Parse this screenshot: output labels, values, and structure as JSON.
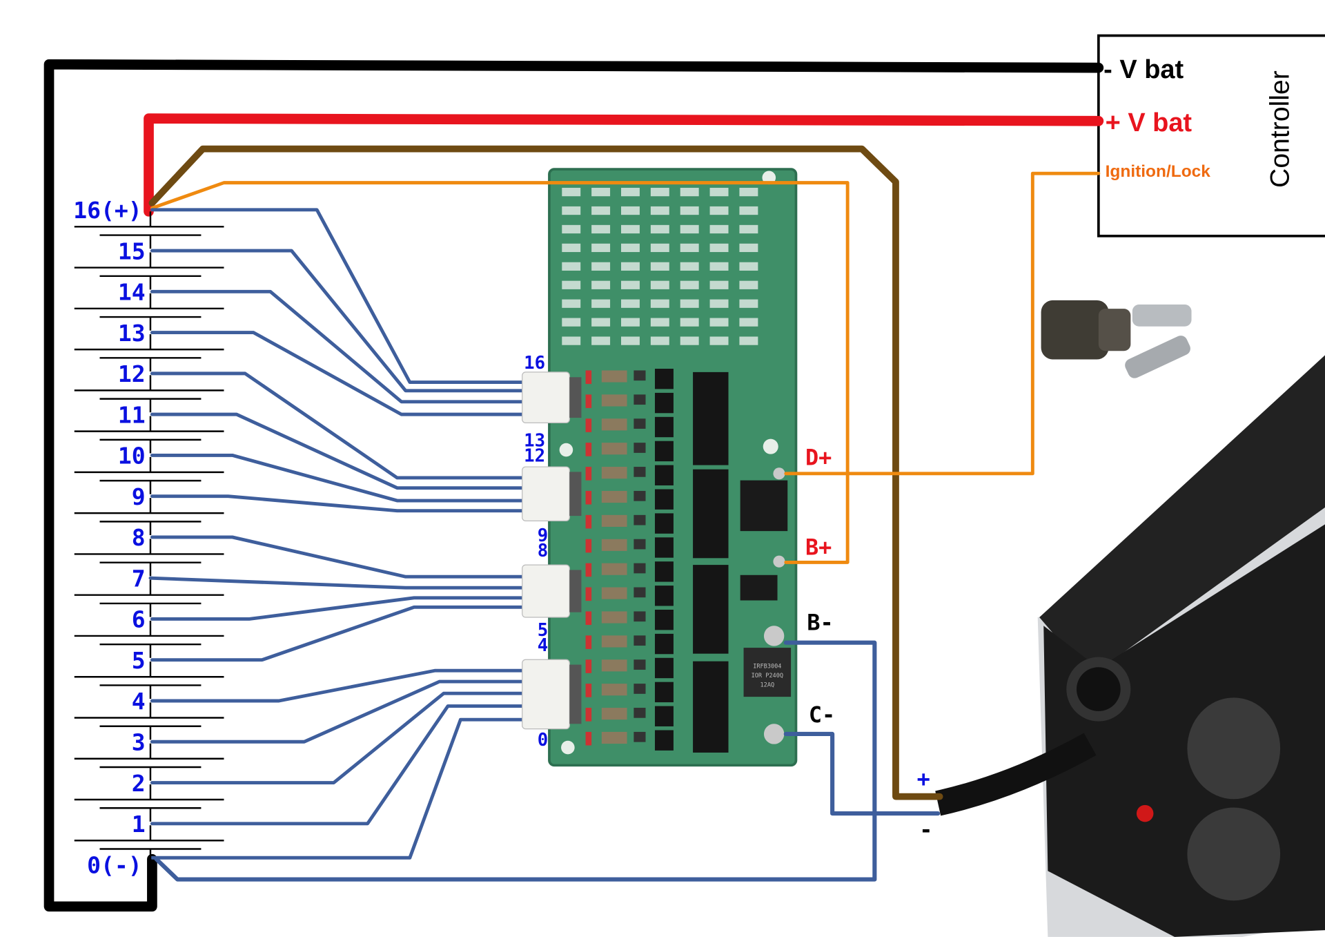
{
  "battery": {
    "cell_labels": [
      "16(+)",
      "15",
      "14",
      "13",
      "12",
      "11",
      "10",
      "9",
      "8",
      "7",
      "6",
      "5",
      "4",
      "3",
      "2",
      "1",
      "0(-)"
    ]
  },
  "pcb": {
    "connector_labels": [
      "16",
      "13",
      "12",
      "9",
      "8",
      "5",
      "4",
      "0"
    ],
    "terminals": {
      "d_plus": "D+",
      "b_plus": "B+",
      "b_minus": "B-",
      "c_minus": "C-"
    },
    "mosfet_marking": [
      "IRFB3004",
      "IOR P240Q",
      "12AQ"
    ]
  },
  "charger": {
    "plus": "+",
    "minus": "-"
  },
  "controller": {
    "title": "Controller",
    "neg_vbat": "- V bat",
    "pos_vbat": "+ V bat",
    "ignition": "Ignition/Lock"
  },
  "colors": {
    "black_wire": "#000000",
    "red_wire": "#e8141e",
    "brown_wire": "#6e4a12",
    "orange_wire": "#ef8a10",
    "blue_wire": "#3e5e9c",
    "label_blue": "#0a10e0",
    "terminal_red": "#e8141e",
    "pcb_green": "#3f8f68"
  }
}
